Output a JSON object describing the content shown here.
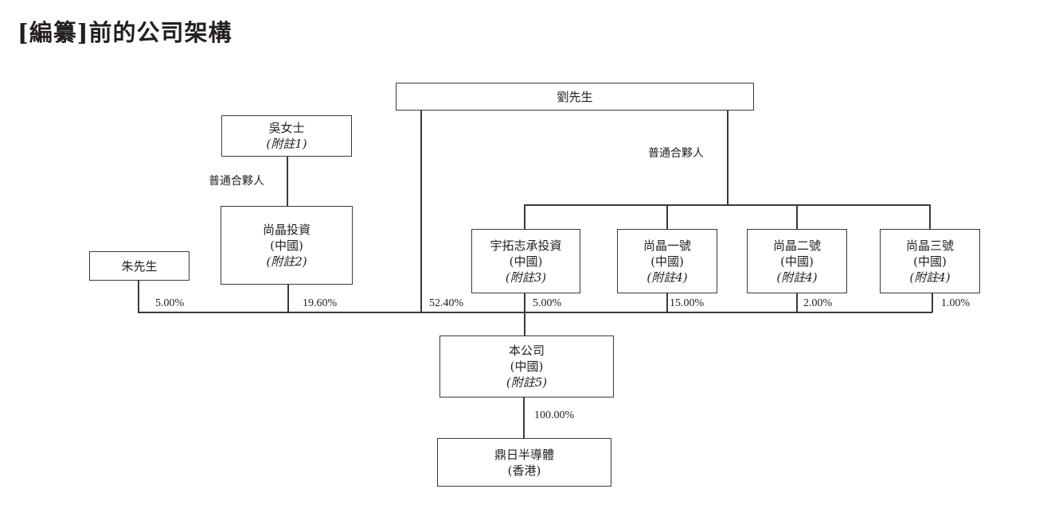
{
  "title": "[編纂]前的公司架構",
  "entities": {
    "liu": {
      "name": "劉先生"
    },
    "wu": {
      "name": "吳女士",
      "note": "(附註1)"
    },
    "zhu": {
      "name": "朱先生"
    },
    "shangjing_invest": {
      "name": "尚晶投資",
      "region": "(中國)",
      "note": "(附註2)"
    },
    "yutuo": {
      "name": "宇拓志承投資",
      "region": "(中國)",
      "note": "(附註3)"
    },
    "sj1": {
      "name": "尚晶一號",
      "region": "(中國)",
      "note": "(附註4)"
    },
    "sj2": {
      "name": "尚晶二號",
      "region": "(中國)",
      "note": "(附註4)"
    },
    "sj3": {
      "name": "尚晶三號",
      "region": "(中國)",
      "note": "(附註4)"
    },
    "company": {
      "name": "本公司",
      "region": "(中國)",
      "note": "(附註5)"
    },
    "subsidiary": {
      "name": "鼎日半導體",
      "region": "(香港)"
    }
  },
  "relations": {
    "gp_label_wu": "普通合夥人",
    "gp_label_liu": "普通合夥人"
  },
  "shareholdings": {
    "zhu": "5.00%",
    "shangjing_invest": "19.60%",
    "liu": "52.40%",
    "yutuo": "5.00%",
    "sj1": "15.00%",
    "sj2": "2.00%",
    "sj3": "1.00%",
    "subsidiary": "100.00%"
  }
}
